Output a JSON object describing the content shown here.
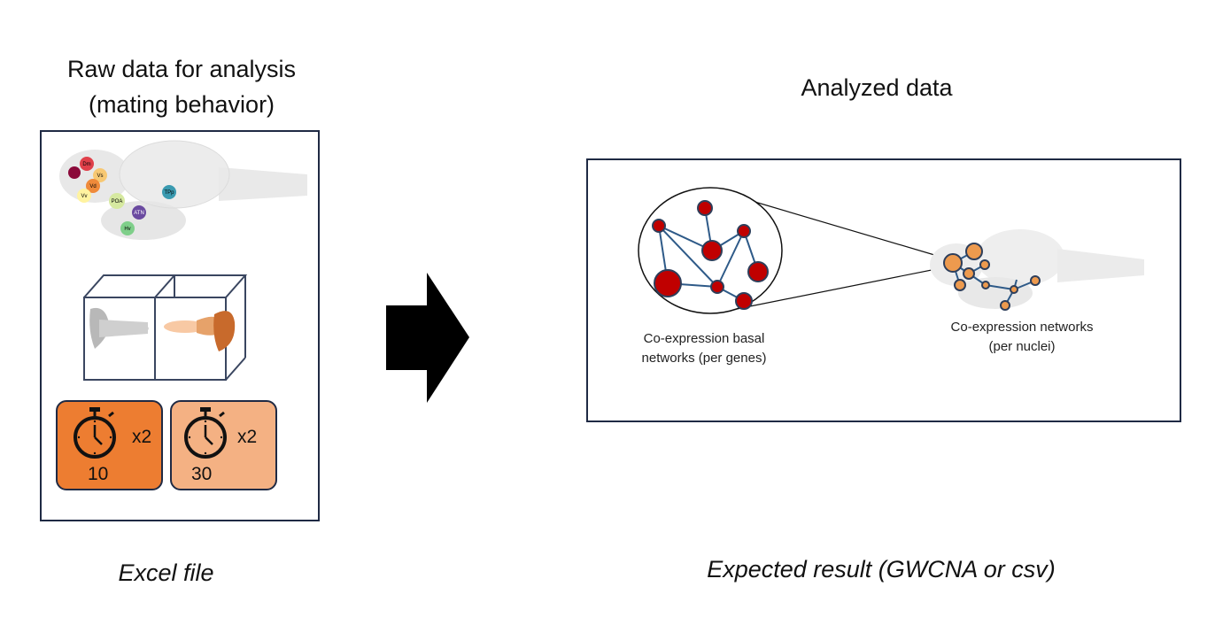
{
  "left": {
    "title_line1": "Raw data for analysis",
    "title_line2": "(mating behavior)",
    "nuclei": [
      "Dm",
      "Vs",
      "Vd",
      "Vv",
      "POA",
      "ATN",
      "TPp",
      "Hv"
    ],
    "timers": [
      {
        "multiplier": "x2",
        "minutes": "10",
        "color": "#ed7d31"
      },
      {
        "multiplier": "x2",
        "minutes": "30",
        "color": "#f4b183"
      }
    ],
    "caption": "Excel file"
  },
  "right": {
    "title": "Analyzed data",
    "basal_label_line1": "Co-expression basal",
    "basal_label_line2": "networks (per genes)",
    "nuclei_label_line1": "Co-expression networks",
    "nuclei_label_line2": "(per nuclei)",
    "caption": "Expected result (GWCNA or csv)"
  },
  "colors": {
    "border": "#1f2a44",
    "orange_dark": "#ed7d31",
    "orange_light": "#f4b183",
    "node_red": "#c00000",
    "node_orange": "#ed9a4e",
    "edge": "#2e5a88"
  }
}
